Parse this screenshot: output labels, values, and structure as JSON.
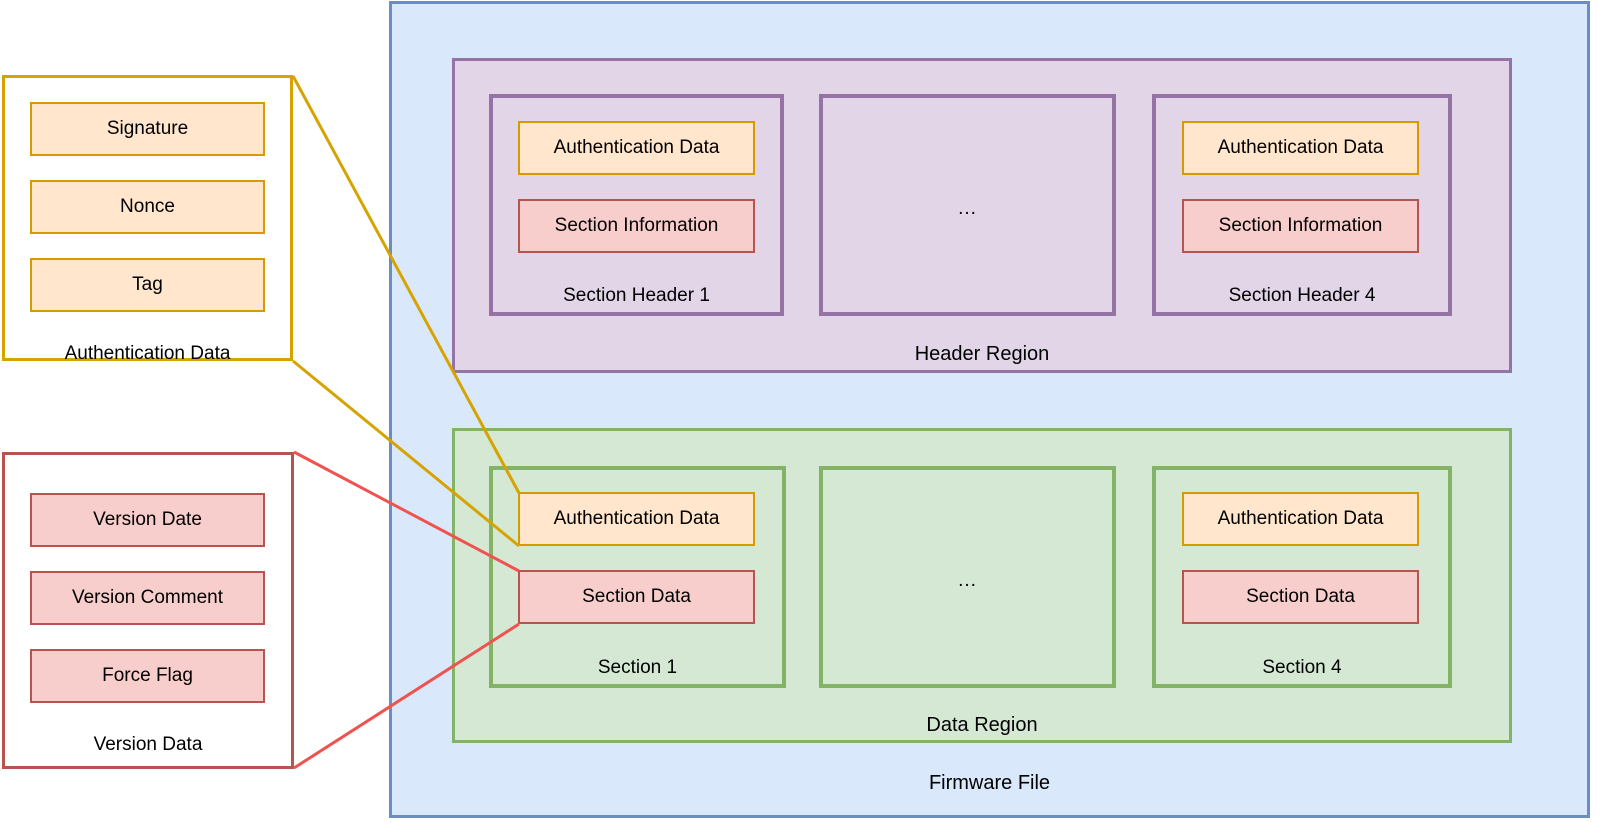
{
  "diagram": {
    "title_label": "Firmware File",
    "colors": {
      "orange_fill": "#ffe6cc",
      "orange_stroke": "#d79b00",
      "red_fill": "#f8cecc",
      "red_stroke": "#b85450",
      "purple_fill": "#e1d5e7",
      "purple_stroke": "#9673a6",
      "green_fill": "#d5e8d4",
      "green_stroke": "#82b366",
      "blue_fill": "#dae8fc",
      "blue_stroke": "#6c8ebf"
    },
    "legend_panels": [
      {
        "caption": "Authentication Data",
        "items": [
          "Signature",
          "Nonce",
          "Tag"
        ]
      },
      {
        "caption": "Version Data",
        "items": [
          "Version Date",
          "Version Comment",
          "Force Flag"
        ]
      }
    ],
    "firmware_file": {
      "label": "Firmware File",
      "regions": [
        {
          "label": "Header Region",
          "sections": [
            {
              "label": "Section Header 1",
              "items": [
                "Authentication Data",
                "Section Information"
              ]
            },
            {
              "label": "",
              "ellipsis": "...",
              "items": []
            },
            {
              "label": "Section Header 4",
              "items": [
                "Authentication Data",
                "Section Information"
              ]
            }
          ]
        },
        {
          "label": "Data Region",
          "sections": [
            {
              "label": "Section 1",
              "items": [
                "Authentication Data",
                "Section Data"
              ]
            },
            {
              "label": "",
              "ellipsis": "...",
              "items": []
            },
            {
              "label": "Section 4",
              "items": [
                "Authentication Data",
                "Section Data"
              ]
            }
          ]
        }
      ]
    }
  }
}
